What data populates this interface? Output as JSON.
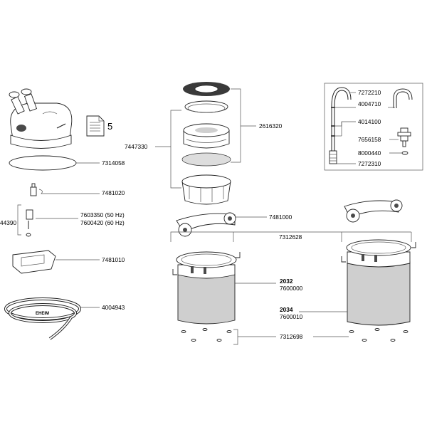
{
  "doc_label": "5",
  "parts": {
    "p7314058": "7314058",
    "p7481020": "7481020",
    "p44390": "44390",
    "p7603350": "7603350 (50 Hz)",
    "p7600420": "7600420 (60 Hz)",
    "p7481010": "7481010",
    "p4004943": "4004943",
    "p7447330": "7447330",
    "p2616320": "2616320",
    "p7481000": "7481000",
    "p7312628": "7312628",
    "p2032": "2032",
    "p7600000": "7600000",
    "p2034": "2034",
    "p7600010": "7600010",
    "p7312698": "7312698",
    "p7272210": "7272210",
    "p4004710": "4004710",
    "p4014100": "4014100",
    "p7656158": "7656158",
    "p8000440": "8000440",
    "p7272310": "7272310"
  },
  "hose_print": "EHEIM"
}
